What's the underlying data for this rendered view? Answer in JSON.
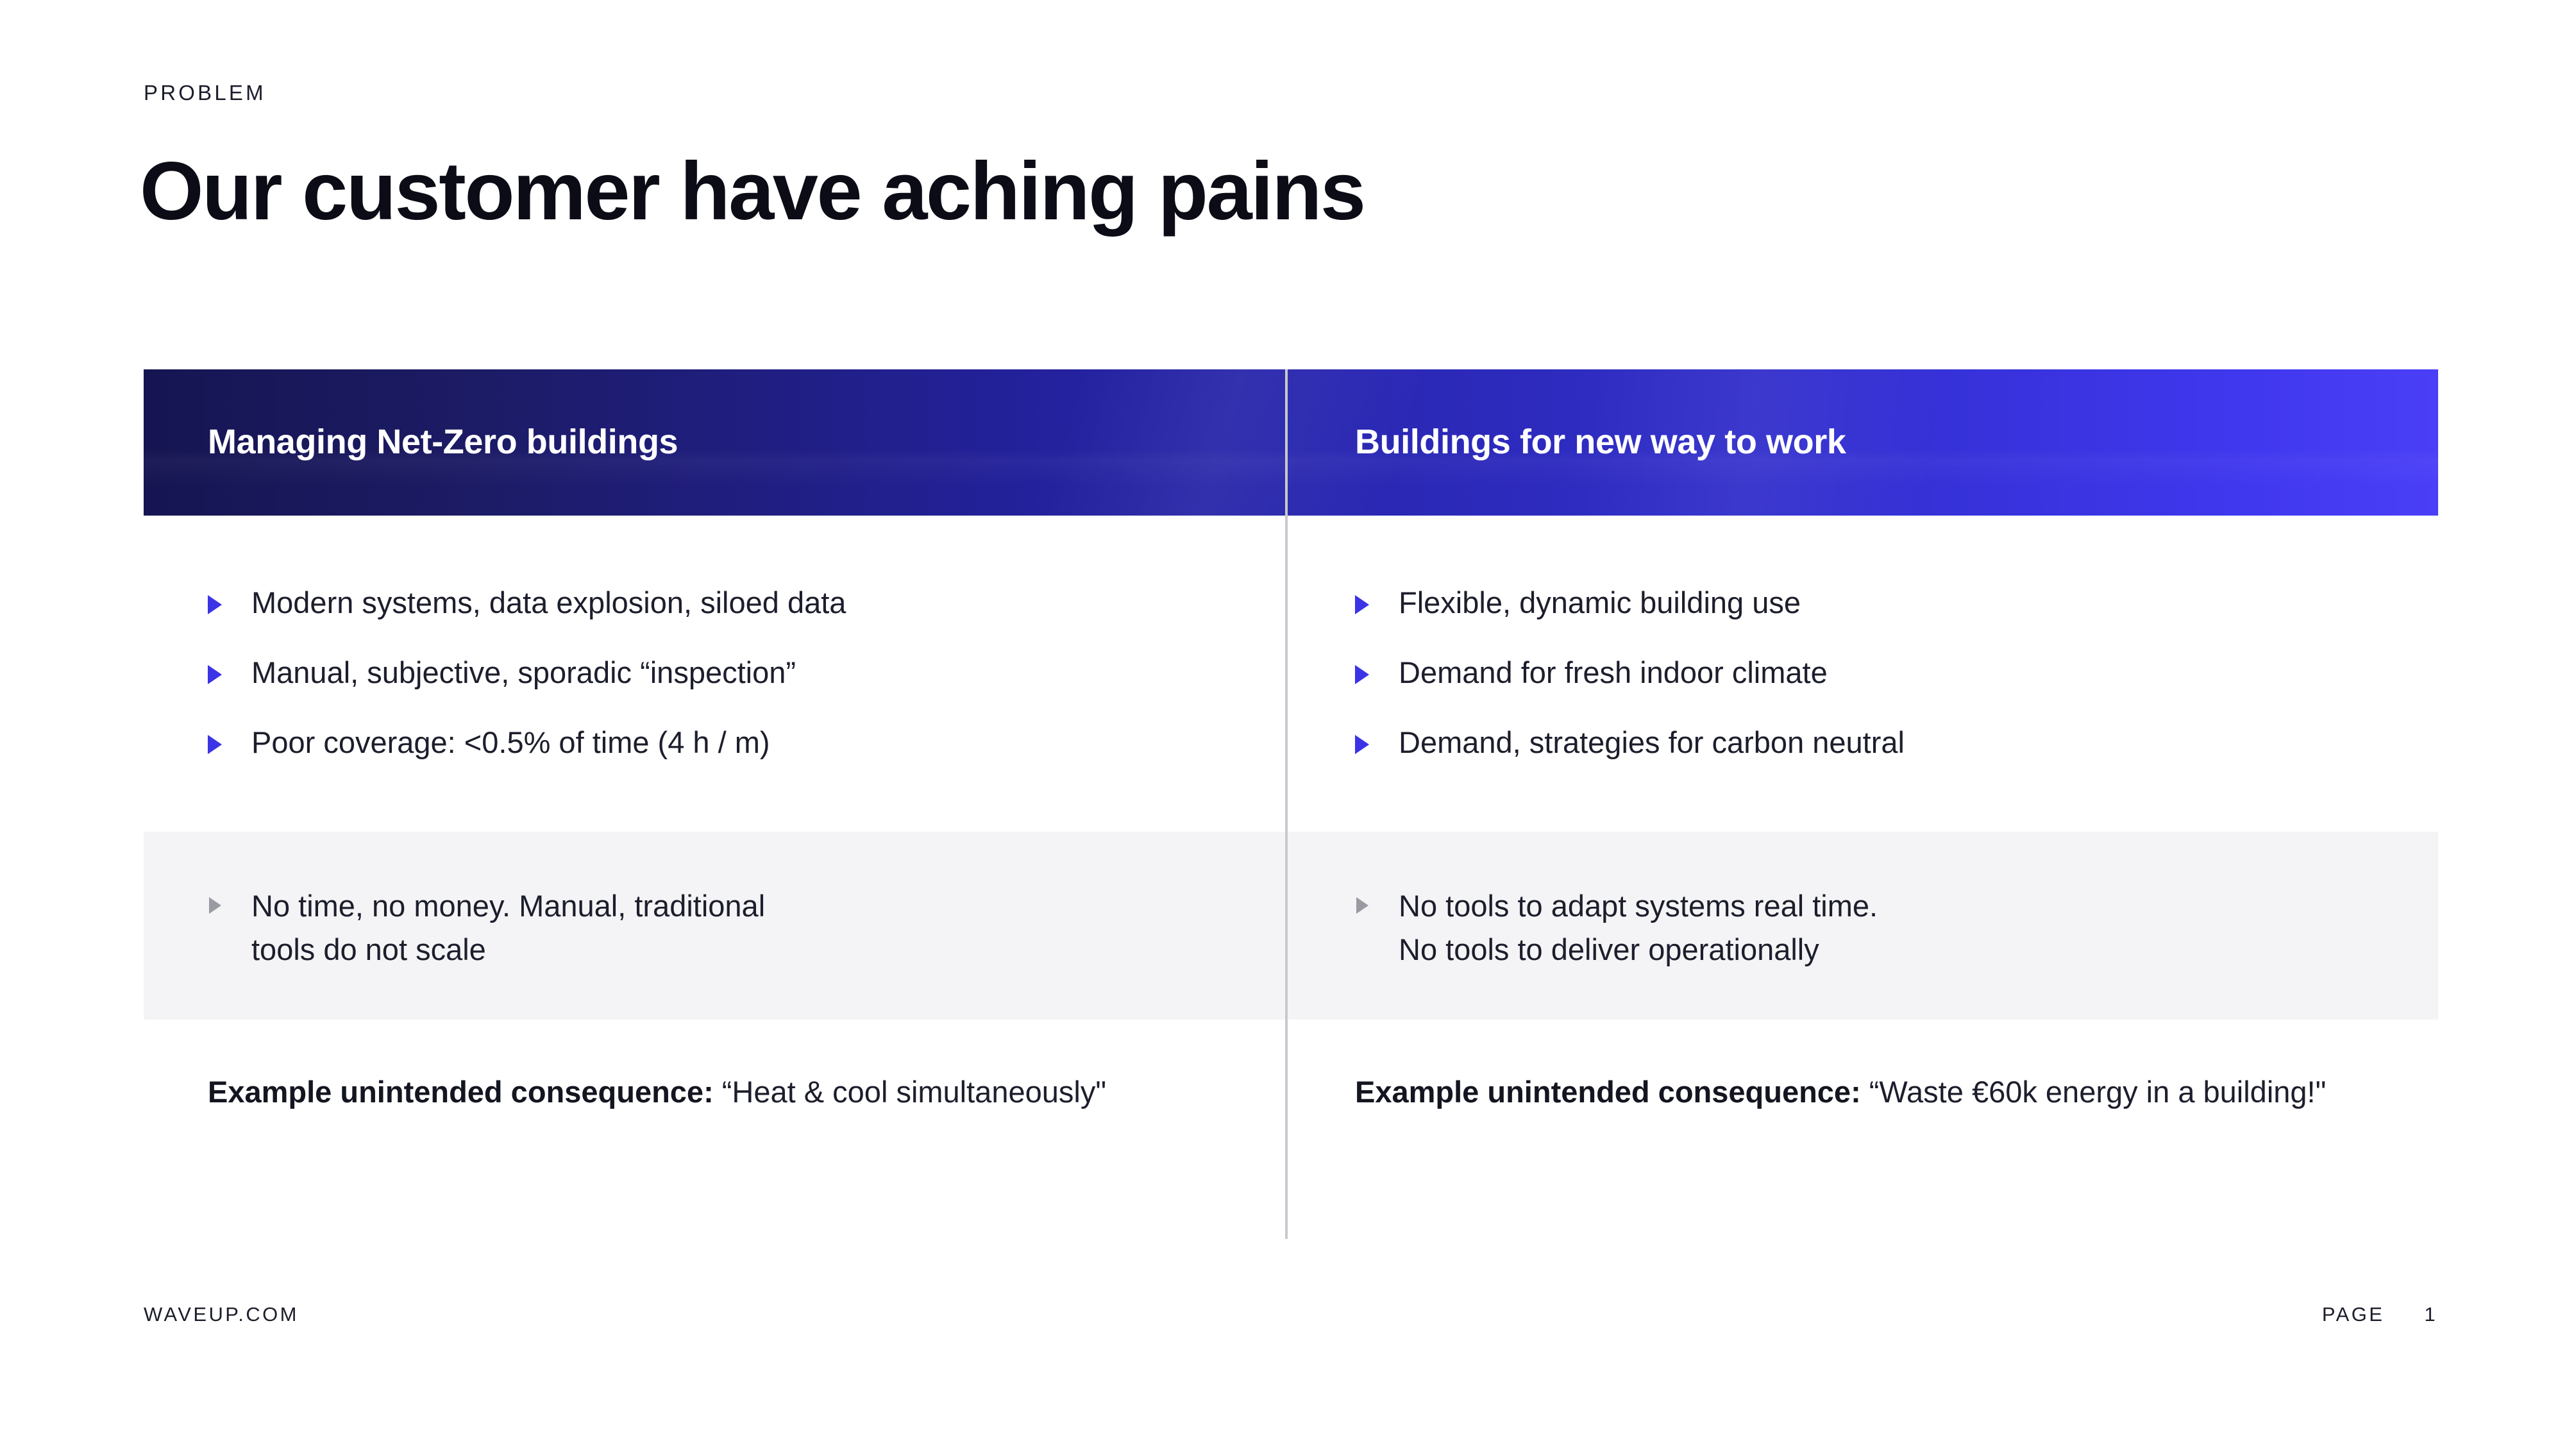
{
  "kicker": "PROBLEM",
  "title": "Our customer have aching pains",
  "columns": [
    {
      "header": "Managing Net-Zero buildings",
      "bullets": [
        "Modern systems, data explosion, siloed data",
        "Manual, subjective, sporadic “inspection”",
        "Poor coverage: <0.5% of time (4 h / m)"
      ],
      "note_lines": [
        "No time, no money. Manual, traditional",
        "tools do not scale"
      ],
      "example_label": "Example unintended consequence:",
      "example_text": " “Heat & cool simultaneously\""
    },
    {
      "header": "Buildings for new way to work",
      "bullets": [
        "Flexible, dynamic building use",
        "Demand for fresh indoor climate",
        "Demand, strategies for carbon neutral"
      ],
      "note_lines": [
        "No tools to adapt systems real time.",
        "No tools to deliver operationally"
      ],
      "example_label": "Example unintended consequence:",
      "example_text": " “Waste €60k energy in a building!\""
    }
  ],
  "footer": {
    "site": "WAVEUP.COM",
    "page_label": "PAGE",
    "page_number": "1"
  },
  "colors": {
    "gradient_start": "#161552",
    "gradient_end": "#4a3ff7",
    "bullet_marker": "#3b34e6",
    "note_marker": "#9a9aa2",
    "note_band_bg": "#f4f4f6",
    "text": "#1c1e2c",
    "divider": "#c8c8ce"
  }
}
